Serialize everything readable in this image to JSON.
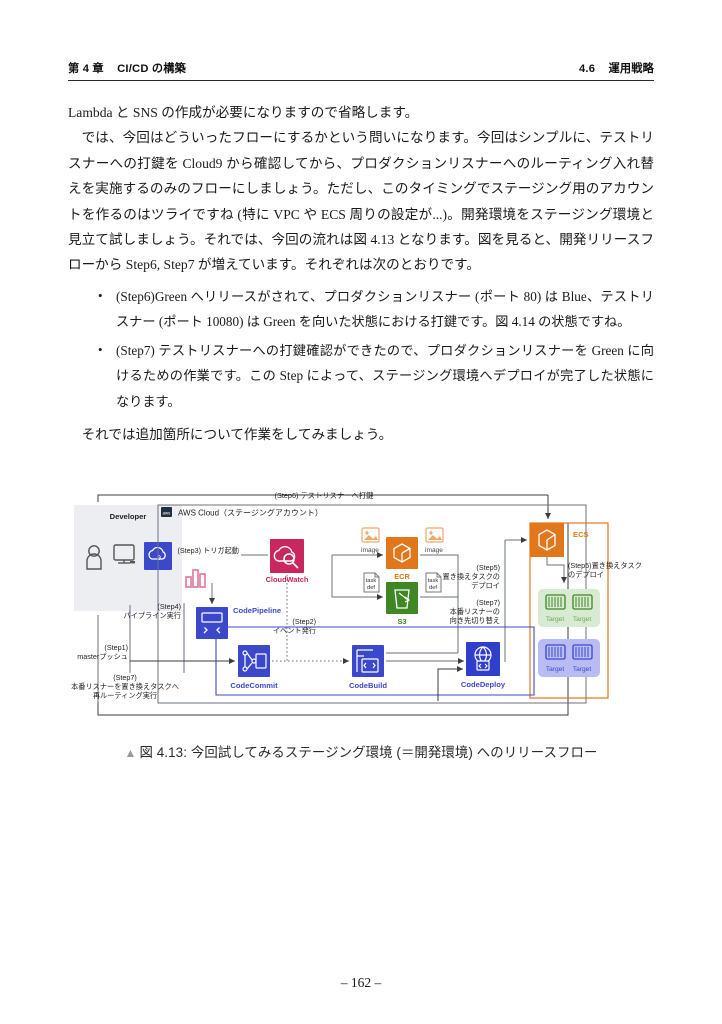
{
  "header": {
    "chapter_num": "第 4 章",
    "chapter_title": "CI/CD の構築",
    "section_num": "4.6",
    "section_title": "運用戦略"
  },
  "body": {
    "p1": "Lambda と SNS の作成が必要になりますので省略します。",
    "p2": "では、今回はどういったフローにするかという問いになります。今回はシンプルに、テストリスナーへの打鍵を Cloud9 から確認してから、プロダクションリスナーへのルーティング入れ替えを実施するのみのフローにしましょう。ただし、このタイミングでステージング用のアカウントを作るのはツライですね (特に VPC や ECS 周りの設定が...)。開発環境をステージング環境と見立て試しましょう。それでは、今回の流れは図 4.13 となります。図を見ると、開発リリースフローから Step6, Step7 が増えています。それぞれは次のとおりです。",
    "bullets": [
      "(Step6)Green へリリースがされて、プロダクションリスナー (ポート 80) は Blue、テストリスナー (ポート 10080) は Green を向いた状態における打鍵です。図 4.14 の状態ですね。",
      "(Step7) テストリスナーへの打鍵確認ができたので、プロダクションリスナーを Green に向けるための作業です。この Step によって、ステージング環境へデプロイが完了した状態になります。"
    ],
    "p3": "それでは追加箇所について作業をしてみましょう。"
  },
  "figure": {
    "caption_marker": "▲",
    "caption_label": "図 4.13:",
    "caption_text": "今回試してみるステージング環境 (＝開発環境) へのリリースフロー",
    "diagram": {
      "developer_group": {
        "title": "Developer",
        "icons": [
          "user-icon",
          "workstation-icon",
          "cloud9-icon"
        ],
        "cloud9_badge": "9"
      },
      "cloud_group": {
        "title": "AWS Cloud（ステージングアカウント）",
        "badge": "aws"
      },
      "services": [
        {
          "id": "cloudwatch",
          "label": "CloudWatch",
          "color": "#c9275e"
        },
        {
          "id": "codepipeline",
          "label": "CodePipeline",
          "color": "#3b48cc"
        },
        {
          "id": "codecommit",
          "label": "CodeCommit",
          "color": "#3b48cc"
        },
        {
          "id": "codebuild",
          "label": "CodeBuild",
          "color": "#3b48cc"
        },
        {
          "id": "codedeploy",
          "label": "CodeDeploy",
          "color": "#2f3ecb"
        },
        {
          "id": "ecr",
          "label": "ECR",
          "color": "#e2761b"
        },
        {
          "id": "s3",
          "label": "S3",
          "color": "#3f8624"
        },
        {
          "id": "ecs",
          "label": "ECS",
          "color": "#e2761b"
        }
      ],
      "artifacts": [
        {
          "id": "image-left",
          "label": "image"
        },
        {
          "id": "image-right",
          "label": "image"
        },
        {
          "id": "taskdef-left",
          "label": "task\ndef"
        },
        {
          "id": "taskdef-right",
          "label": "task\ndef"
        }
      ],
      "targets": {
        "green_group": [
          "Target",
          "Target"
        ],
        "blue_group": [
          "Target",
          "Target"
        ]
      },
      "step_labels": [
        {
          "id": "step6",
          "lines": [
            "(Step6) テストリスナーへ打鍵"
          ]
        },
        {
          "id": "step3",
          "lines": [
            "(Step3) トリガ起動"
          ]
        },
        {
          "id": "step4",
          "lines": [
            "(Step4)",
            "パイプライン実行"
          ]
        },
        {
          "id": "step1",
          "lines": [
            "(Step1)",
            "masterプッシュ"
          ]
        },
        {
          "id": "step2",
          "lines": [
            "(Step2)",
            "イベント発行"
          ]
        },
        {
          "id": "step5-left",
          "lines": [
            "(Step5)",
            "置き換えタスクの",
            "デプロイ"
          ]
        },
        {
          "id": "step5-right",
          "lines": [
            "(Step5)置き換えタスク",
            "のデプロイ"
          ]
        },
        {
          "id": "step7-right",
          "lines": [
            "(Step7)",
            "本番リスナーの",
            "向き先切り替え"
          ]
        },
        {
          "id": "step7-left",
          "lines": [
            "(Step7)",
            "本番リスナーを置き換えタスクへ",
            "再ルーティング実行"
          ]
        }
      ]
    }
  },
  "folio": "– 162 –"
}
